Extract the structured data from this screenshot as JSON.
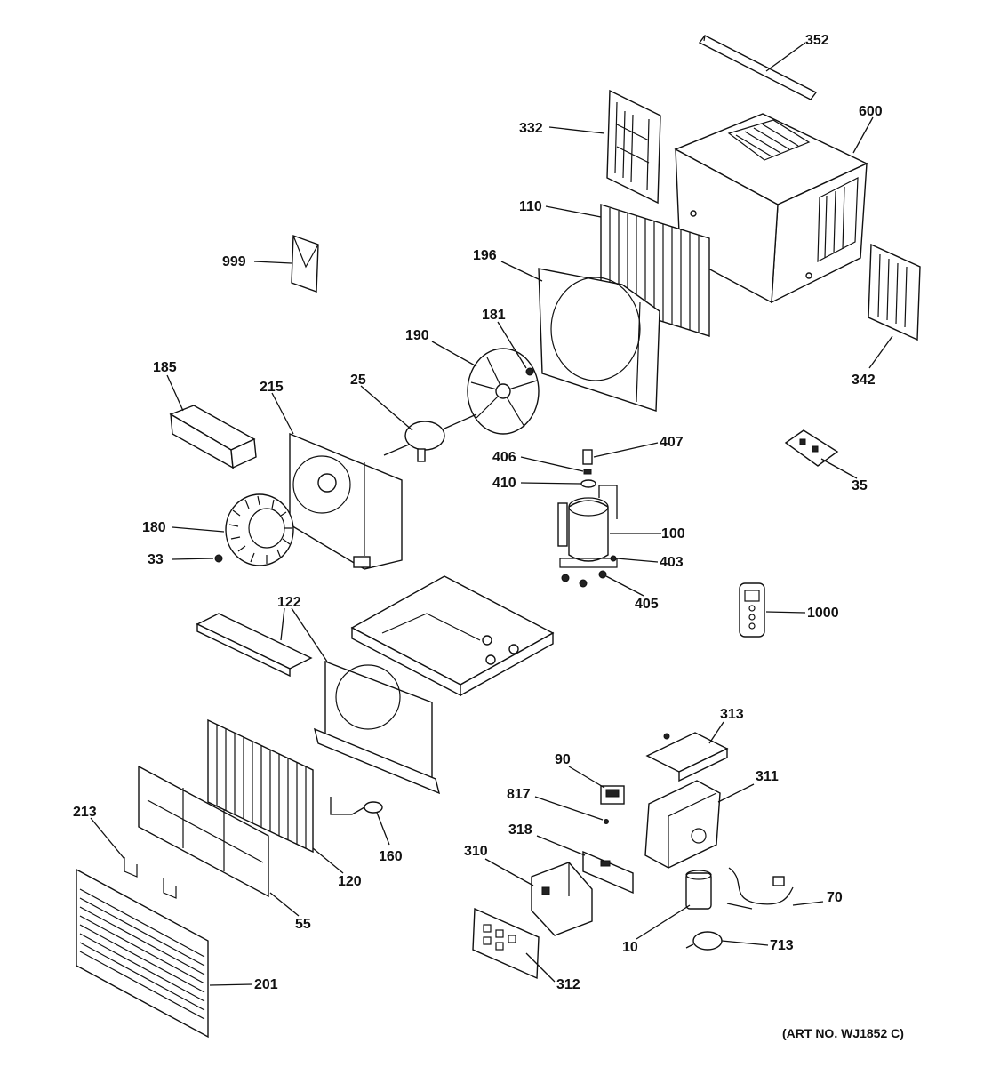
{
  "diagram": {
    "art_number": "(ART NO. WJ1852 C)",
    "callouts": [
      {
        "id": "c352",
        "text": "352"
      },
      {
        "id": "c332",
        "text": "332"
      },
      {
        "id": "c600",
        "text": "600"
      },
      {
        "id": "c110",
        "text": "110"
      },
      {
        "id": "c999",
        "text": "999"
      },
      {
        "id": "c196",
        "text": "196"
      },
      {
        "id": "c181",
        "text": "181"
      },
      {
        "id": "c190",
        "text": "190"
      },
      {
        "id": "c185",
        "text": "185"
      },
      {
        "id": "c215",
        "text": "215"
      },
      {
        "id": "c25",
        "text": "25"
      },
      {
        "id": "c342",
        "text": "342"
      },
      {
        "id": "c407",
        "text": "407"
      },
      {
        "id": "c406",
        "text": "406"
      },
      {
        "id": "c410",
        "text": "410"
      },
      {
        "id": "c35",
        "text": "35"
      },
      {
        "id": "c180",
        "text": "180"
      },
      {
        "id": "c100",
        "text": "100"
      },
      {
        "id": "c33",
        "text": "33"
      },
      {
        "id": "c403",
        "text": "403"
      },
      {
        "id": "c405",
        "text": "405"
      },
      {
        "id": "c1000",
        "text": "1000"
      },
      {
        "id": "c122",
        "text": "122"
      },
      {
        "id": "c313",
        "text": "313"
      },
      {
        "id": "c90",
        "text": "90"
      },
      {
        "id": "c311",
        "text": "311"
      },
      {
        "id": "c817",
        "text": "817"
      },
      {
        "id": "c213",
        "text": "213"
      },
      {
        "id": "c318",
        "text": "318"
      },
      {
        "id": "c160",
        "text": "160"
      },
      {
        "id": "c310",
        "text": "310"
      },
      {
        "id": "c120",
        "text": "120"
      },
      {
        "id": "c70",
        "text": "70"
      },
      {
        "id": "c55",
        "text": "55"
      },
      {
        "id": "c10",
        "text": "10"
      },
      {
        "id": "c713",
        "text": "713"
      },
      {
        "id": "c201",
        "text": "201"
      },
      {
        "id": "c312",
        "text": "312"
      }
    ]
  }
}
